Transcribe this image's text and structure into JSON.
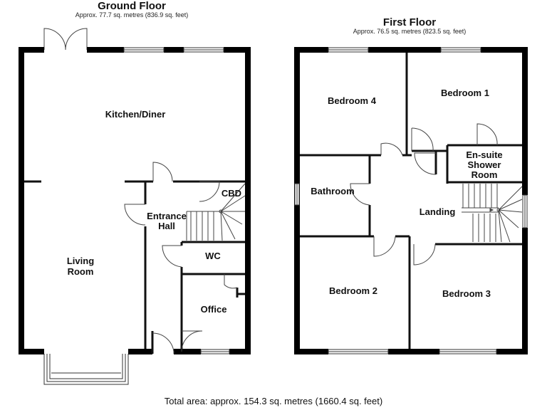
{
  "ground_floor": {
    "title": "Ground Floor",
    "area": "Approx. 77.7 sq. metres (836.9 sq. feet)",
    "rooms": {
      "kitchen": "Kitchen/Diner",
      "living_1": "Living",
      "living_2": "Room",
      "entrance_1": "Entrance",
      "entrance_2": "Hall",
      "cbd": "CBD",
      "wc": "WC",
      "office": "Office"
    }
  },
  "first_floor": {
    "title": "First Floor",
    "area": "Approx. 76.5 sq. metres (823.5 sq. feet)",
    "rooms": {
      "bedroom4": "Bedroom 4",
      "bedroom1": "Bedroom 1",
      "ensuite_1": "En-suite",
      "ensuite_2": "Shower",
      "ensuite_3": "Room",
      "bathroom": "Bathroom",
      "landing": "Landing",
      "bedroom2": "Bedroom 2",
      "bedroom3": "Bedroom 3"
    }
  },
  "total_area": "Total area: approx. 154.3 sq. metres (1660.4 sq. feet)",
  "colors": {
    "wall": "#000000",
    "partition": "#1a1a1a",
    "background": "#ffffff"
  }
}
